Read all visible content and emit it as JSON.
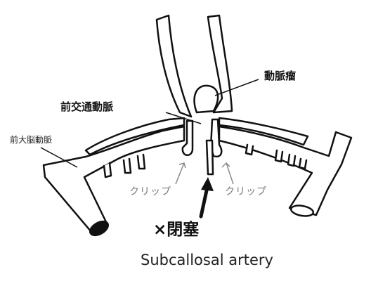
{
  "labels": {
    "aneurysm": "動脈瘤",
    "acom": "前交通動脈",
    "aca": "前大脳動脈",
    "clip_left": "クリップ",
    "clip_right": "クリップ",
    "occlusion": "×閉塞",
    "subcallosal": "Subcallosal artery"
  },
  "colors": {
    "line": "#111111",
    "fill": "#ffffff",
    "clip_label": "#7a7a7a",
    "clip_arrow": "#8a8a8a"
  }
}
